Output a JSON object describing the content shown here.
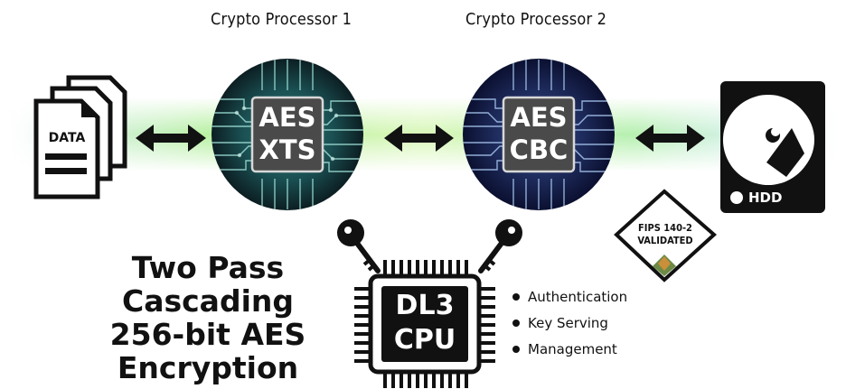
{
  "processors": [
    {
      "title": "Crypto Processor 1",
      "line1": "AES",
      "line2": "XTS"
    },
    {
      "title": "Crypto Processor 2",
      "line1": "AES",
      "line2": "CBC"
    }
  ],
  "data_doc": {
    "label": "DATA"
  },
  "hdd": {
    "label": "HDD"
  },
  "fips": {
    "line1": "FIPS 140-2",
    "line2": "VALIDATED"
  },
  "cpu": {
    "line1": "DL3",
    "line2": "CPU"
  },
  "features": [
    "Authentication",
    "Key Serving",
    "Management"
  ],
  "headline": [
    "Two Pass",
    "Cascading",
    "256-bit AES",
    "Encryption"
  ],
  "colors": {
    "chip1": "#3fa39a",
    "chip2": "#2b3a7a",
    "glow": "#8fe08a",
    "ink": "#111111"
  }
}
